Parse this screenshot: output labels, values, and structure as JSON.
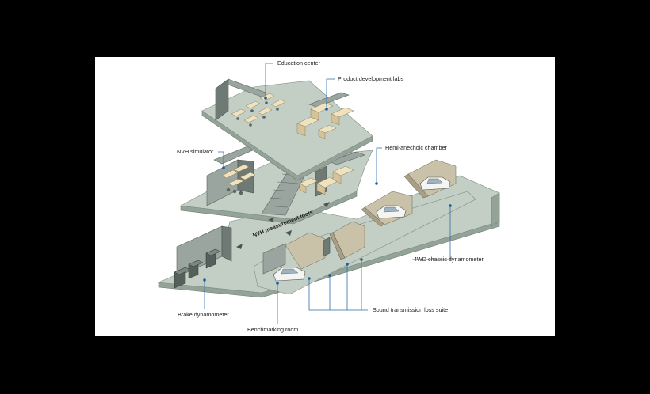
{
  "labels": {
    "education_center": "Education center",
    "product_development_labs": "Product development labs",
    "nvh_simulator": "NVH simulator",
    "hemi_anechoic_chamber": "Hemi-anechoic chamber",
    "nvh_measurement_tools": "NVH measurement tools",
    "four_wd_chassis_dynamometer": "4WD chassis dynamometer",
    "brake_dynamometer": "Brake dynamometer",
    "sound_transmission_loss_suite": "Sound transmission loss suite",
    "benchmarking_room": "Benchmarking room"
  }
}
